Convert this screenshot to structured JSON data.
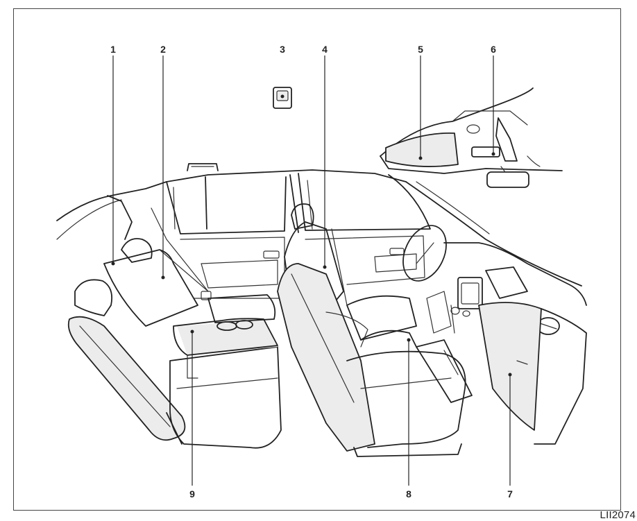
{
  "callouts": [
    {
      "id": "1",
      "label": "1"
    },
    {
      "id": "2",
      "label": "2"
    },
    {
      "id": "3",
      "label": "3"
    },
    {
      "id": "4",
      "label": "4"
    },
    {
      "id": "5",
      "label": "5"
    },
    {
      "id": "6",
      "label": "6"
    },
    {
      "id": "7",
      "label": "7"
    },
    {
      "id": "8",
      "label": "8"
    },
    {
      "id": "9",
      "label": "9"
    }
  ],
  "figure_code": "LII2074"
}
